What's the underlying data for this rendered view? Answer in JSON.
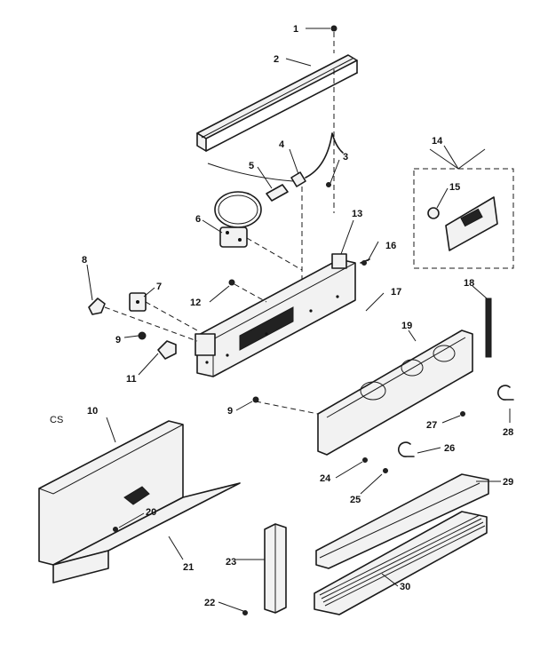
{
  "labels": {
    "l1": "1",
    "l2": "2",
    "l3": "3",
    "l4": "4",
    "l5": "5",
    "l6": "6",
    "l7": "7",
    "l8": "8",
    "l9a": "9",
    "l9b": "9",
    "l10": "10",
    "l11": "11",
    "l12": "12",
    "l13": "13",
    "l14": "14",
    "l15": "15",
    "l16": "16",
    "l17": "17",
    "l18": "18",
    "l19": "19",
    "l20": "20",
    "l21": "21",
    "l22": "22",
    "l23": "23",
    "l24": "24",
    "l25": "25",
    "l26": "26",
    "l27": "27",
    "l28": "28",
    "l29": "29",
    "l30": "30",
    "cs": "CS"
  }
}
